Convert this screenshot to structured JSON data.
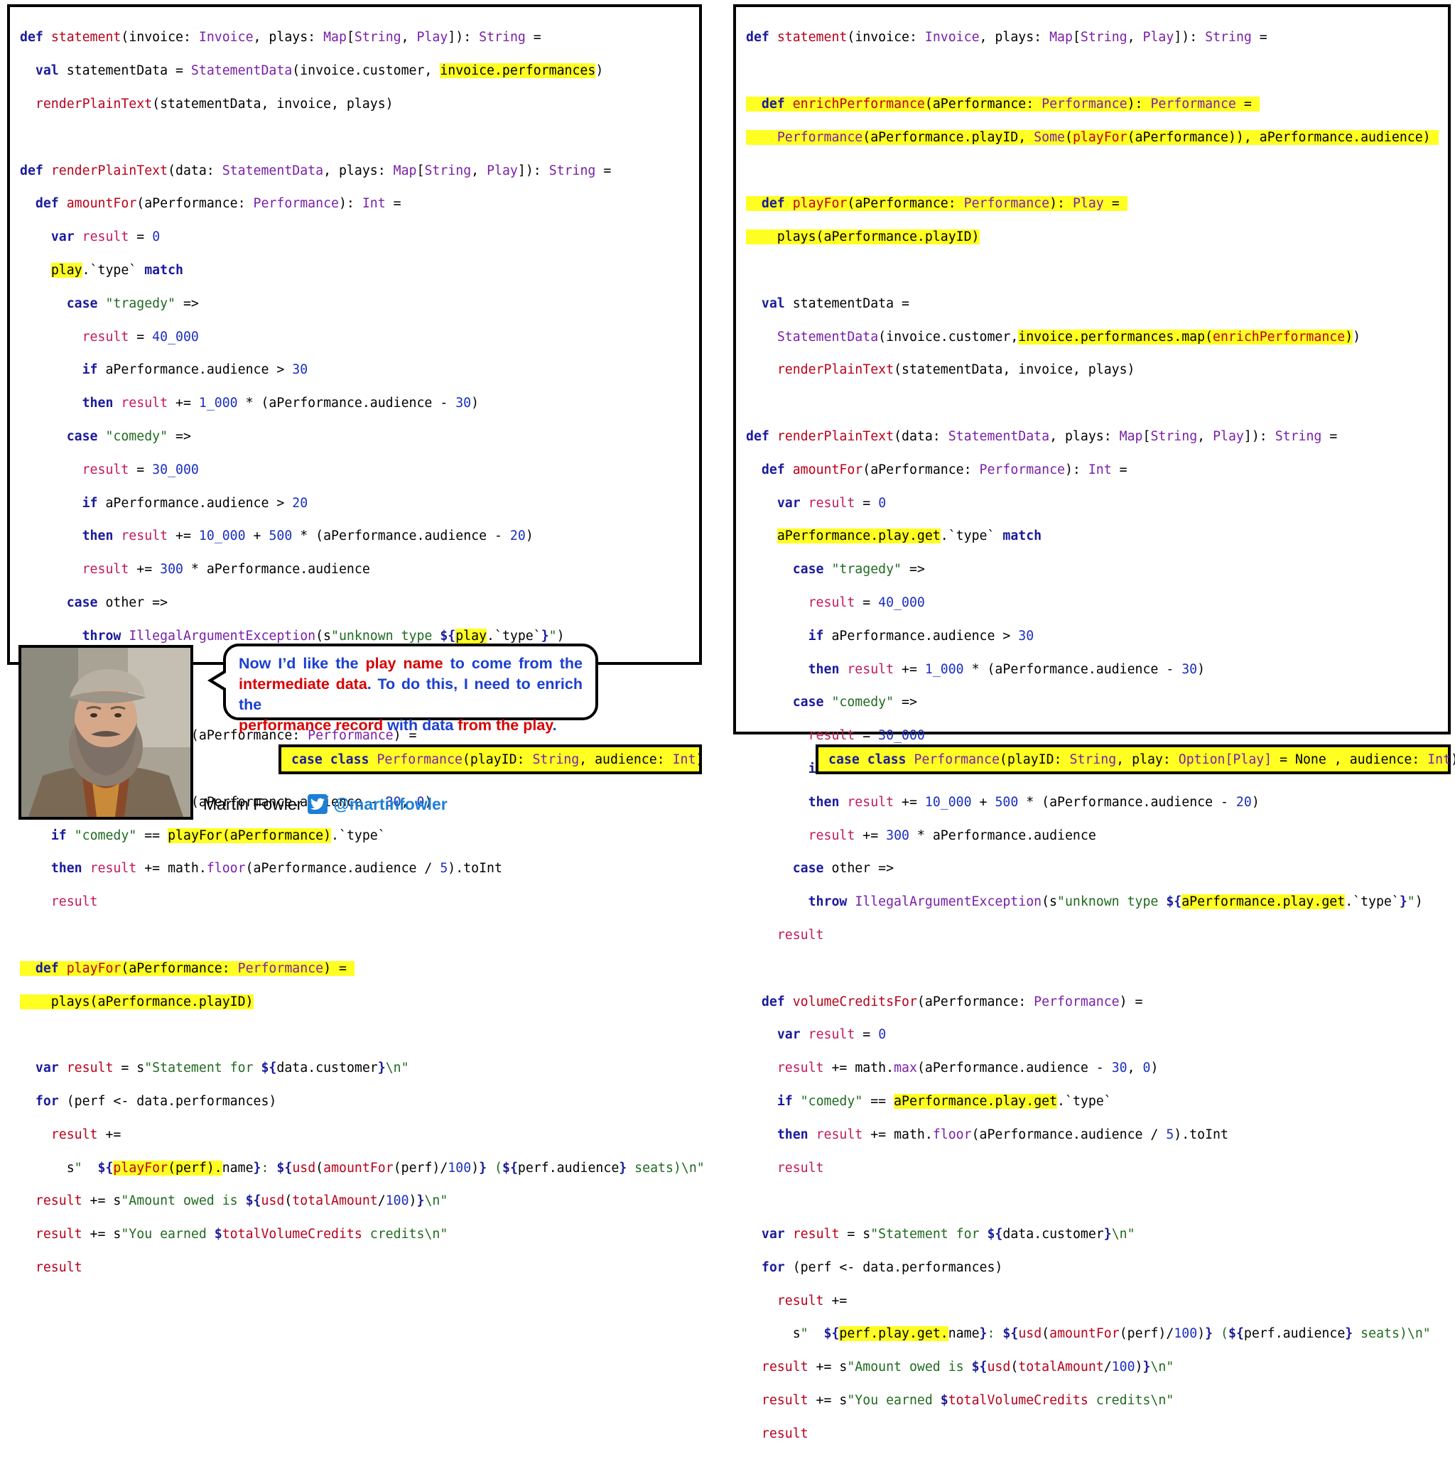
{
  "left_case_class": {
    "prefix": "case class ",
    "name": "Performance",
    "args_open": "(playID: ",
    "t1": "String",
    "mid": ", audience: ",
    "t2": "Int",
    "close": ")"
  },
  "right_case_class": {
    "prefix": "case class ",
    "name": "Performance",
    "args_open": "(playID: ",
    "t1": "String",
    "mid": ", play: ",
    "t2": "Option[Play]",
    "default": " = None ",
    "mid2": ", audience: ",
    "t3": "Int",
    "close": ")"
  },
  "speech": {
    "p1": "Now I’d like the ",
    "p2": "play name",
    "p3": " to come from the ",
    "p4": "intermediate data",
    "p5": ". To do this, I need to ",
    "p6": "enrich the",
    "p7": "performance record",
    "p8": " with data ",
    "p9": "from the play",
    "p10": "."
  },
  "author": {
    "name": "Martin Fowler",
    "handle": "@martinfowler"
  },
  "icons": {
    "twitter": "twitter-icon",
    "portrait": "author-photo"
  },
  "colors": {
    "highlight": "#ffff22",
    "keyword": "#1a1a9c",
    "function": "#b8001a",
    "type": "#7a1fa8",
    "number": "#1c2fc0",
    "variable": "#c2185b",
    "string": "#1f6a1f",
    "speech_blue": "#1b3fd1",
    "speech_red": "#d80000",
    "twitter_blue": "#1d7fd6"
  }
}
